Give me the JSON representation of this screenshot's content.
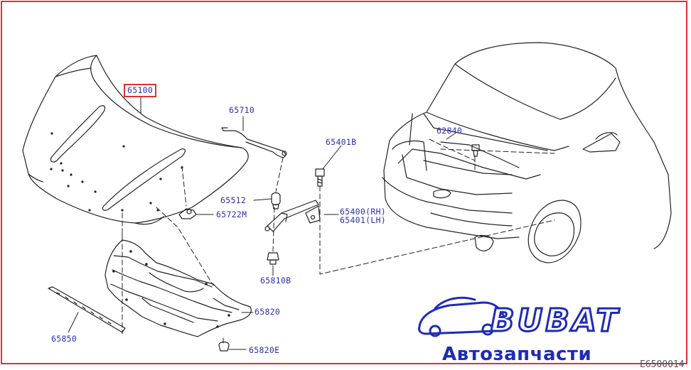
{
  "part_labels": {
    "p65100": "65100",
    "p65710": "65710",
    "p65512": "65512",
    "p65722m": "65722M",
    "p65401b": "65401B",
    "p65400rh": "65400(RH)",
    "p65401lh": "65401(LH)",
    "p65810b": "65810B",
    "p65820": "65820",
    "p65820e": "65820E",
    "p65850": "65850",
    "p62840": "62840"
  },
  "watermark": {
    "brand": "BUBAT",
    "subtitle": "Автозапчасти"
  },
  "diagram_code": "E6500014",
  "colors": {
    "label": "#2b2fb0",
    "highlight": "#e03131",
    "line": "#222222",
    "brand": "#1e2bb8"
  }
}
